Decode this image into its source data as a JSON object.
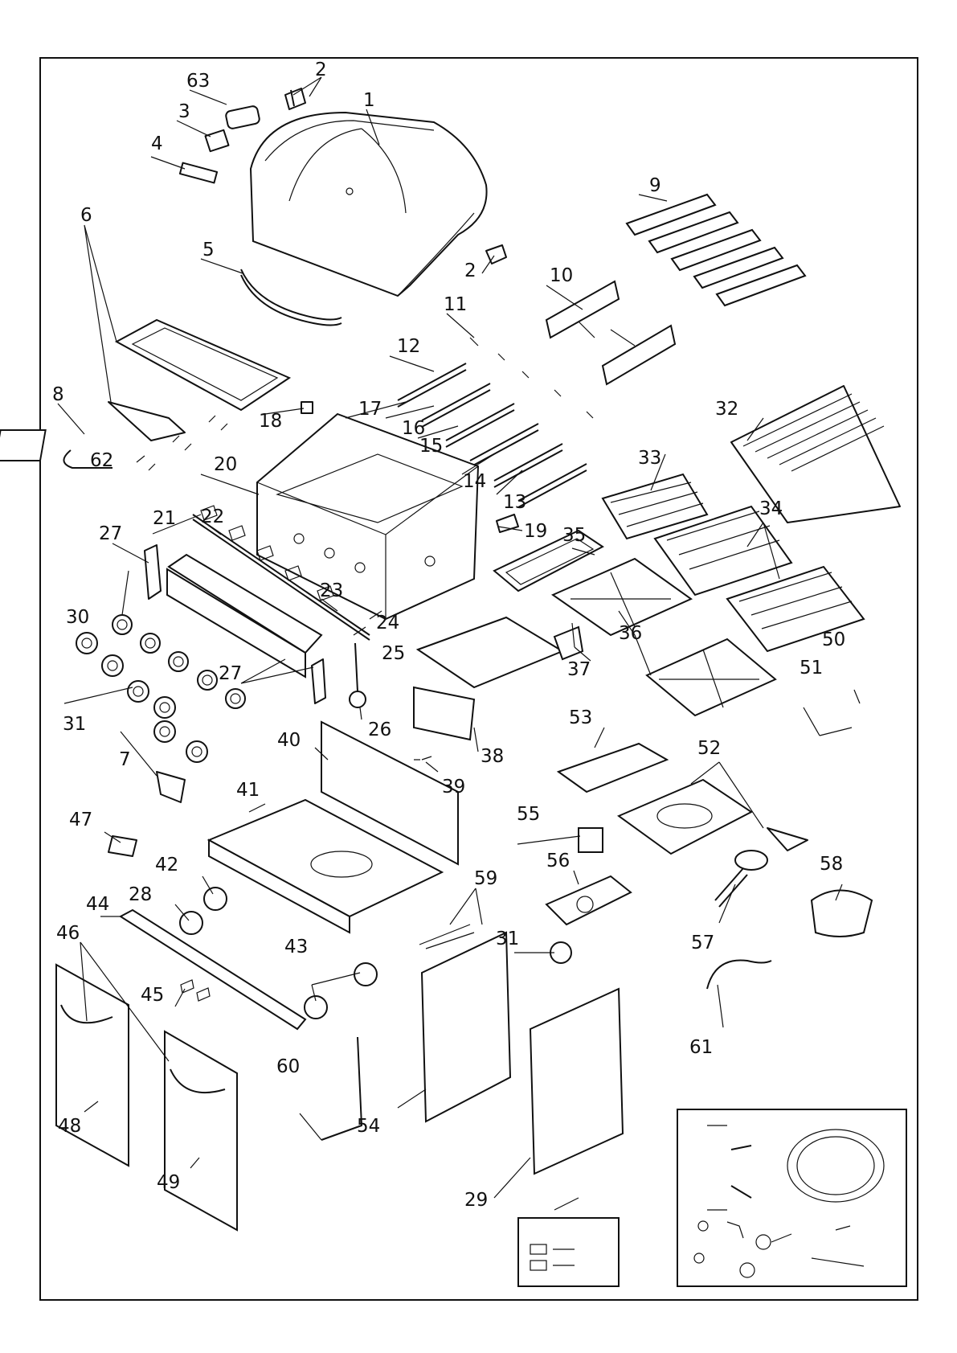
{
  "diagram": {
    "type": "exploded-parts-diagram",
    "callouts": [
      {
        "id": "1",
        "label": "1"
      },
      {
        "id": "2a",
        "label": "2"
      },
      {
        "id": "2b",
        "label": "2"
      },
      {
        "id": "3",
        "label": "3"
      },
      {
        "id": "4",
        "label": "4"
      },
      {
        "id": "5",
        "label": "5"
      },
      {
        "id": "6",
        "label": "6"
      },
      {
        "id": "7",
        "label": "7"
      },
      {
        "id": "8",
        "label": "8"
      },
      {
        "id": "9",
        "label": "9"
      },
      {
        "id": "10",
        "label": "10"
      },
      {
        "id": "11",
        "label": "11"
      },
      {
        "id": "12",
        "label": "12"
      },
      {
        "id": "13",
        "label": "13"
      },
      {
        "id": "14",
        "label": "14"
      },
      {
        "id": "15",
        "label": "15"
      },
      {
        "id": "16",
        "label": "16"
      },
      {
        "id": "17",
        "label": "17"
      },
      {
        "id": "18",
        "label": "18"
      },
      {
        "id": "19",
        "label": "19"
      },
      {
        "id": "20",
        "label": "20"
      },
      {
        "id": "21",
        "label": "21"
      },
      {
        "id": "22",
        "label": "22"
      },
      {
        "id": "23",
        "label": "23"
      },
      {
        "id": "24",
        "label": "24"
      },
      {
        "id": "25",
        "label": "25"
      },
      {
        "id": "26",
        "label": "26"
      },
      {
        "id": "27a",
        "label": "27"
      },
      {
        "id": "27b",
        "label": "27"
      },
      {
        "id": "28",
        "label": "28"
      },
      {
        "id": "29",
        "label": "29"
      },
      {
        "id": "30",
        "label": "30"
      },
      {
        "id": "31a",
        "label": "31"
      },
      {
        "id": "31b",
        "label": "31"
      },
      {
        "id": "32",
        "label": "32"
      },
      {
        "id": "33",
        "label": "33"
      },
      {
        "id": "34",
        "label": "34"
      },
      {
        "id": "35",
        "label": "35"
      },
      {
        "id": "36",
        "label": "36"
      },
      {
        "id": "37",
        "label": "37"
      },
      {
        "id": "38",
        "label": "38"
      },
      {
        "id": "39",
        "label": "39"
      },
      {
        "id": "40",
        "label": "40"
      },
      {
        "id": "41",
        "label": "41"
      },
      {
        "id": "42",
        "label": "42"
      },
      {
        "id": "43",
        "label": "43"
      },
      {
        "id": "44",
        "label": "44"
      },
      {
        "id": "45",
        "label": "45"
      },
      {
        "id": "46",
        "label": "46"
      },
      {
        "id": "47",
        "label": "47"
      },
      {
        "id": "48",
        "label": "48"
      },
      {
        "id": "49",
        "label": "49"
      },
      {
        "id": "50",
        "label": "50"
      },
      {
        "id": "51",
        "label": "51"
      },
      {
        "id": "52",
        "label": "52"
      },
      {
        "id": "53",
        "label": "53"
      },
      {
        "id": "54",
        "label": "54"
      },
      {
        "id": "55",
        "label": "55"
      },
      {
        "id": "56",
        "label": "56"
      },
      {
        "id": "57",
        "label": "57"
      },
      {
        "id": "58",
        "label": "58"
      },
      {
        "id": "59",
        "label": "59"
      },
      {
        "id": "60",
        "label": "60"
      },
      {
        "id": "61",
        "label": "61"
      },
      {
        "id": "62",
        "label": "62"
      },
      {
        "id": "63",
        "label": "63"
      }
    ]
  }
}
